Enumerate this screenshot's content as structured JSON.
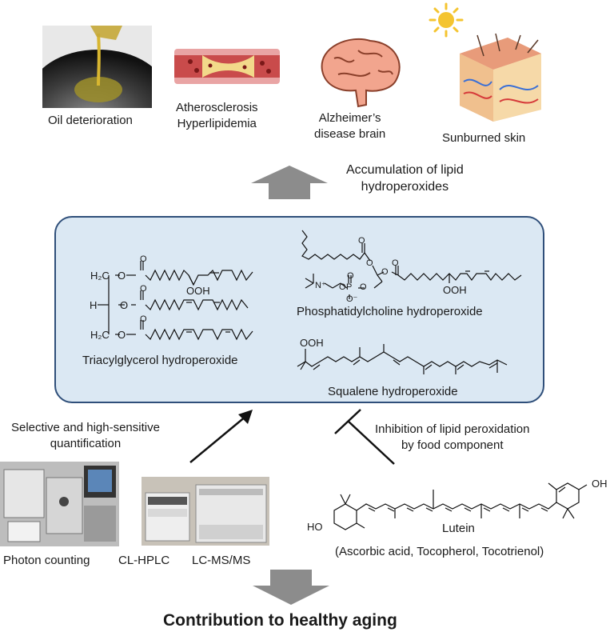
{
  "top_items": {
    "oil": "Oil deterioration",
    "athero_line1": "Atherosclerosis",
    "athero_line2": "Hyperlipidemia",
    "brain_line1": "Alzheimer’s",
    "brain_line2": "disease brain",
    "skin": "Sunburned skin"
  },
  "accumulation": {
    "line1": "Accumulation of lipid",
    "line2": "hydroperoxides"
  },
  "box": {
    "tag": "Triacylglycerol hydroperoxide",
    "pc": "Phosphatidylcholine hydroperoxide",
    "squalene": "Squalene hydroperoxide",
    "h2c_top": "H₂C",
    "h": "H",
    "h2c_bottom": "H₂C",
    "ooh": "OOH",
    "o": "O",
    "n_plus": "N⁺",
    "p": "P",
    "o_minus": "O⁻"
  },
  "left_text": {
    "line1": "Selective and high-sensitive",
    "line2": "quantification"
  },
  "right_text": {
    "line1": "Inhibition of lipid peroxidation",
    "line2": "by food component"
  },
  "instruments": {
    "photon": "Photon counting",
    "clhplc": "CL-HPLC",
    "lcms": "LC-MS/MS"
  },
  "lutein": {
    "name": "Lutein",
    "others": "(Ascorbic acid, Tocopherol, Tocotrienol)",
    "ho": "HO",
    "oh": "OH"
  },
  "footer": "Contribution to healthy aging",
  "colors": {
    "box_fill": "#dbe8f3",
    "box_stroke": "#2f4f7a",
    "arrow_gray": "#8c8c8c"
  }
}
